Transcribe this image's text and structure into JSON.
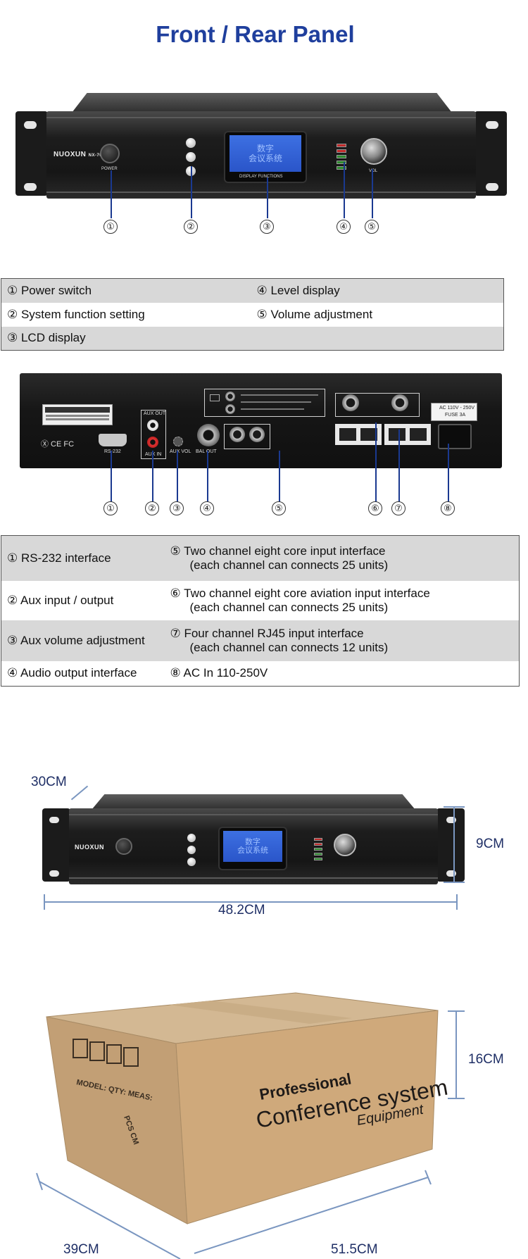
{
  "title": "Front / Rear Panel",
  "front_panel": {
    "brand": "NUOXUN",
    "model": "NX-7000M",
    "power_label": "POWER",
    "lcd_text_line1": "数字",
    "lcd_text_line2": "会议系统",
    "lcd_caption": "DISPLAY  FUNCTIONS",
    "vol_label": "VOL",
    "callouts": [
      "①",
      "②",
      "③",
      "④",
      "⑤"
    ]
  },
  "front_table": [
    [
      "① Power switch",
      "④ Level display"
    ],
    [
      "② System function setting",
      "⑤ Volume adjustment"
    ],
    [
      "③ LCD display",
      ""
    ]
  ],
  "rear_panel": {
    "rs232_label": "RS-232",
    "aux_out_label": "AUX OUT",
    "aux_in_label": "AUX IN",
    "aux_vol_label": "AUX VOL",
    "bal_out_label": "BAL OUT",
    "power_label_line1": "AC 110V - 250V",
    "power_label_line2": "FUSE 3A",
    "cert_marks": "Ⓧ CE FC",
    "callouts": [
      "①",
      "②",
      "③",
      "④",
      "⑤",
      "⑥",
      "⑦",
      "⑧"
    ]
  },
  "rear_table": [
    {
      "left": "① RS-232 interface",
      "right1": "⑤ Two channel eight core input interface",
      "right2": "(each channel can connects 25 units)"
    },
    {
      "left": "② Aux input / output",
      "right1": "⑥ Two channel eight core aviation input interface",
      "right2": "(each channel can connects 25 units)"
    },
    {
      "left": "③ Aux volume adjustment",
      "right1": "⑦ Four channel RJ45 input interface",
      "right2": "(each channel can connects 12 units)"
    },
    {
      "left": "④ Audio output interface",
      "right1": "⑧  AC In 110-250V",
      "right2": ""
    }
  ],
  "dimensions": {
    "depth": "30CM",
    "height": "9CM",
    "width": "48.2CM"
  },
  "carton": {
    "line1": "Professional",
    "line2": "Conference system",
    "line3": "Equipment",
    "side_text": "MODEL:  QTY:  MEAS:",
    "side_units": "PCS  CM",
    "height": "16CM",
    "depth": "39CM",
    "width": "51.5CM"
  }
}
